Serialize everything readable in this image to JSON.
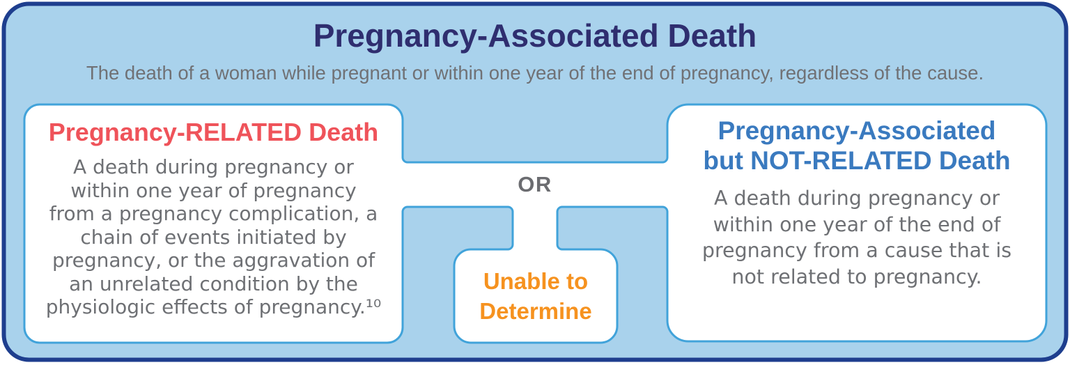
{
  "colors": {
    "navy_border": "#1E3E8E",
    "bg_blue": "#A9D2EC",
    "stroke_blue": "#41A3DA",
    "white": "#FFFFFF",
    "title_navy": "#2F2E6F",
    "subtitle_gray": "#707175",
    "body_gray": "#6E7074",
    "red": "#EF535A",
    "or_gray": "#6B6C70",
    "orange": "#F6921F",
    "heading_blue": "#3A7ABF"
  },
  "header": {
    "title": "Pregnancy-Associated Death",
    "subtitle": "The death of a woman while pregnant or within one year of the end of pregnancy, regardless of the cause."
  },
  "related_box": {
    "title": "Pregnancy-RELATED Death",
    "body": "A death during pregnancy or\nwithin one year of pregnancy\nfrom a pregnancy complication, a\nchain of events initiated by\npregnancy, or the aggravation of\nan unrelated condition by the\nphysiologic effects of pregnancy.¹⁰"
  },
  "connector": {
    "or_label": "OR"
  },
  "unable_box": {
    "label": "Unable to\nDetermine"
  },
  "not_related_box": {
    "title": "Pregnancy-Associated\nbut NOT-RELATED Death",
    "body": "A death during pregnancy or\nwithin one year of the end of\npregnancy from a cause that is\nnot related to pregnancy."
  }
}
